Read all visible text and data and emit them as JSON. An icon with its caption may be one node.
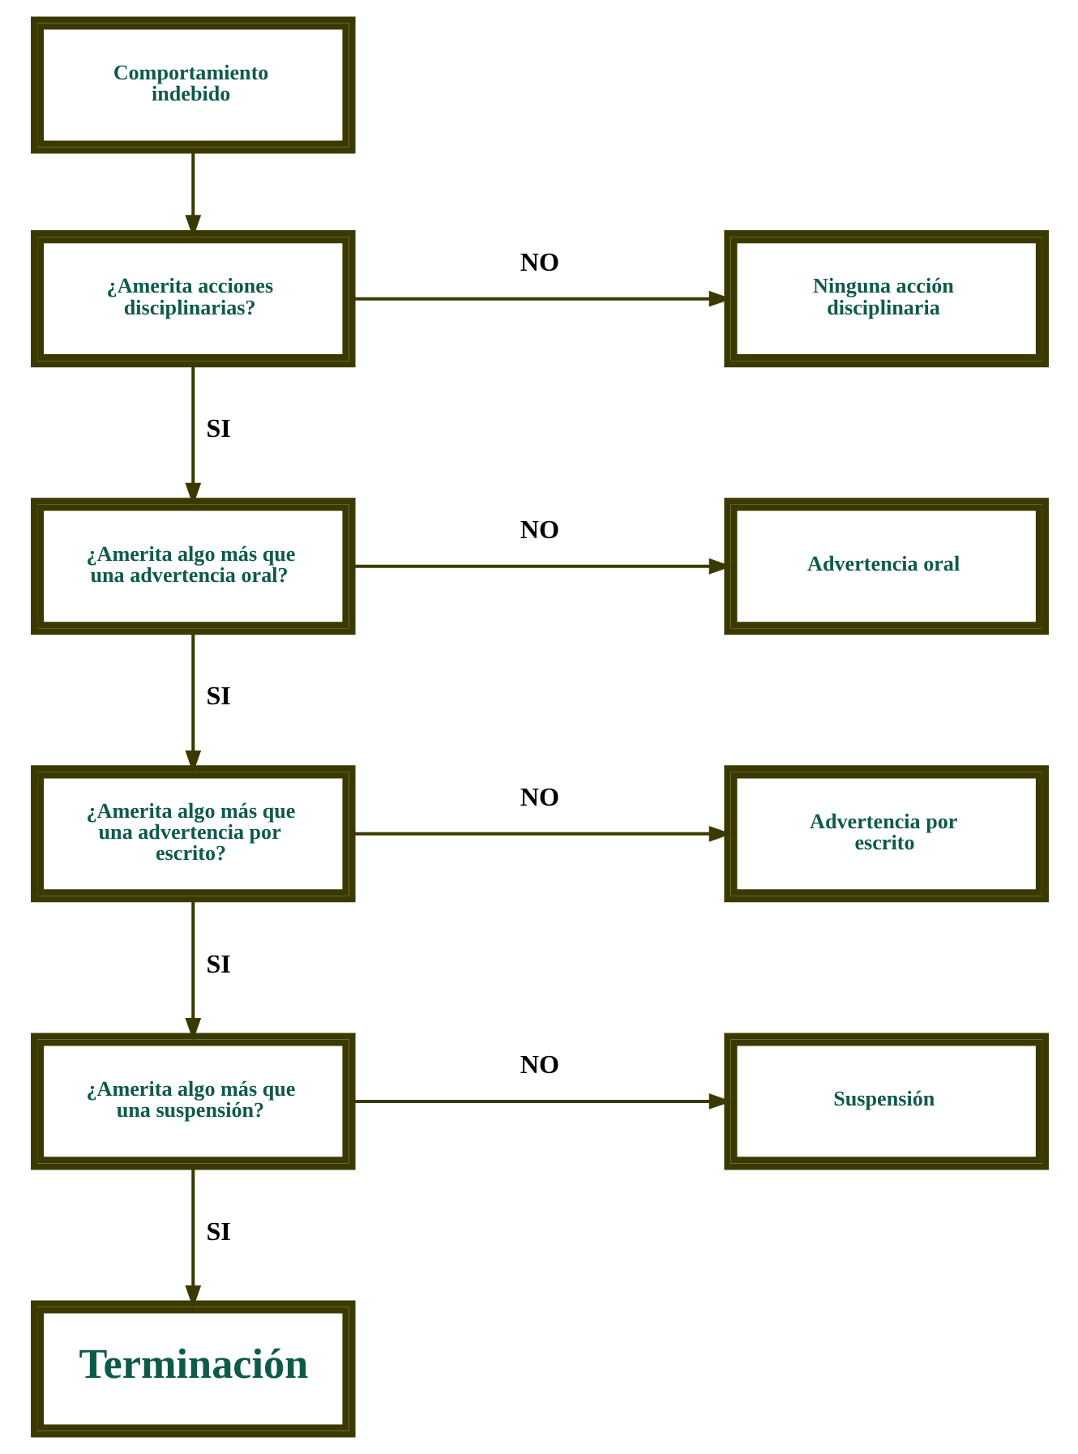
{
  "diagram": {
    "nodes": [
      {
        "text": [
          "Comportamiento indebido"
        ]
      },
      {
        "text": [
          "¿Amerita acciones disciplinarias?"
        ]
      },
      {
        "text": [
          "Ninguna acción disciplinaria"
        ]
      },
      {
        "text": [
          "¿Amerita algo más que una advertencia oral?"
        ]
      },
      {
        "text": [
          "Advertencia oral"
        ]
      },
      {
        "text": [
          "¿Amerita algo más que una advertencia por escrito?"
        ]
      },
      {
        "text": [
          "Advertencia por escrito"
        ]
      },
      {
        "text": [
          "¿Amerita algo más que una suspensión?"
        ]
      },
      {
        "text": [
          "Suspensión"
        ]
      },
      {
        "text": [
          "Terminación"
        ]
      }
    ],
    "edges": [
      {
        "from": 0,
        "to": 1,
        "arrow": "to"
      },
      {
        "from": 1,
        "to": 2,
        "arrow": "to",
        "label": "NO"
      },
      {
        "from": 1,
        "to": 3,
        "arrow": "to",
        "label": "SI"
      },
      {
        "from": 3,
        "to": 4,
        "arrow": "to",
        "label": "NO"
      },
      {
        "from": 3,
        "to": 5,
        "arrow": "to",
        "label": "SI"
      },
      {
        "from": 5,
        "to": 6,
        "arrow": "to",
        "label": "NO"
      },
      {
        "from": 5,
        "to": 7,
        "arrow": "to",
        "label": "SI"
      },
      {
        "from": 7,
        "to": 8,
        "arrow": "to",
        "label": "NO"
      },
      {
        "from": 7,
        "to": 9,
        "arrow": "to",
        "label": "SI"
      }
    ]
  }
}
